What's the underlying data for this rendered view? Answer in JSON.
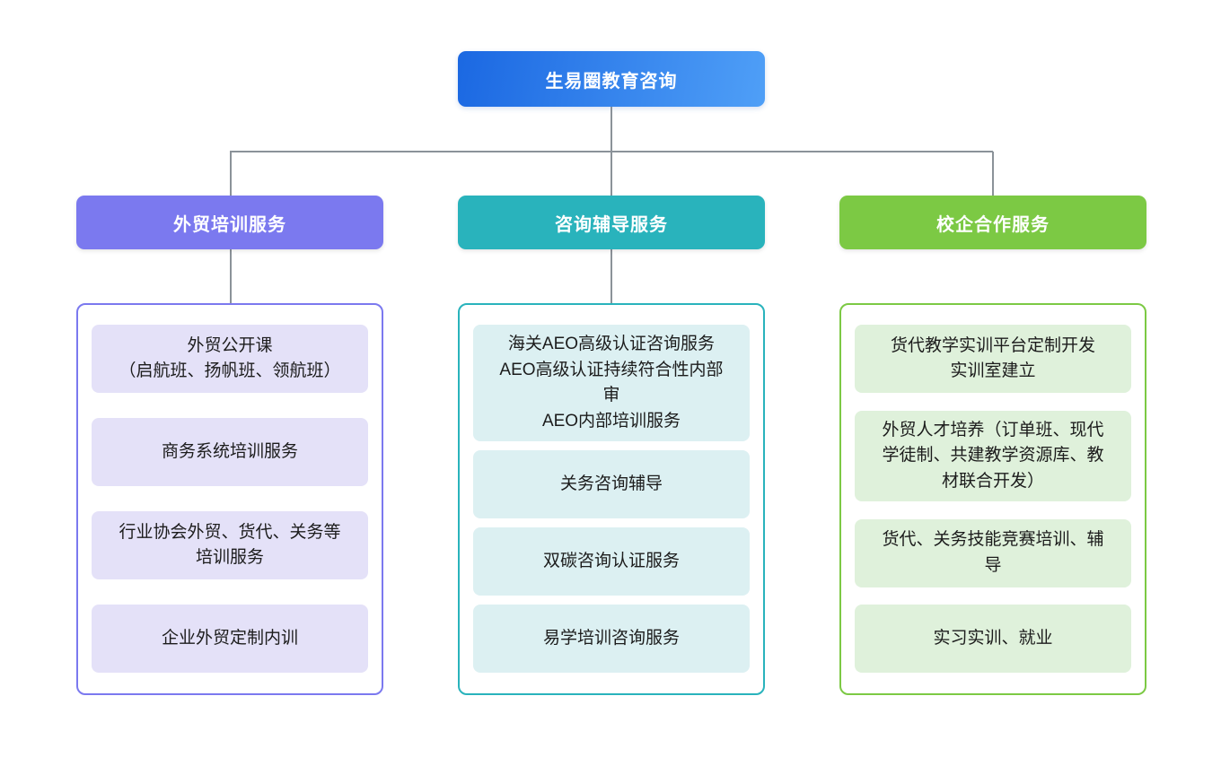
{
  "page": {
    "background": "#ffffff"
  },
  "connector": {
    "color": "#8b9299"
  },
  "root": {
    "label": "生易圈教育咨询",
    "gradient_from": "#1b68e2",
    "gradient_to": "#4f9ff7",
    "text_color": "#ffffff"
  },
  "branches": [
    {
      "label": "外贸培训服务",
      "header_color": "#7b79ef",
      "border_color": "#7b79ef",
      "item_bg": "#e4e1f8",
      "items": [
        "外贸公开课\n（启航班、扬帆班、领航班）",
        "商务系统培训服务",
        "行业协会外贸、货代、关务等培训服务",
        "企业外贸定制内训"
      ]
    },
    {
      "label": "咨询辅导服务",
      "header_color": "#29b3bc",
      "border_color": "#29b3bc",
      "item_bg": "#dcf0f2",
      "items": [
        "海关AEO高级认证咨询服务\nAEO高级认证持续符合性内部审\nAEO内部培训服务",
        "关务咨询辅导",
        "双碳咨询认证服务",
        "易学培训咨询服务"
      ]
    },
    {
      "label": "校企合作服务",
      "header_color": "#7cc944",
      "border_color": "#7cc944",
      "item_bg": "#dff1db",
      "items": [
        "货代教学实训平台定制开发\n实训室建立",
        "外贸人才培养（订单班、现代学徒制、共建教学资源库、教材联合开发）",
        "货代、关务技能竞赛培训、辅导",
        "实习实训、就业"
      ]
    }
  ]
}
